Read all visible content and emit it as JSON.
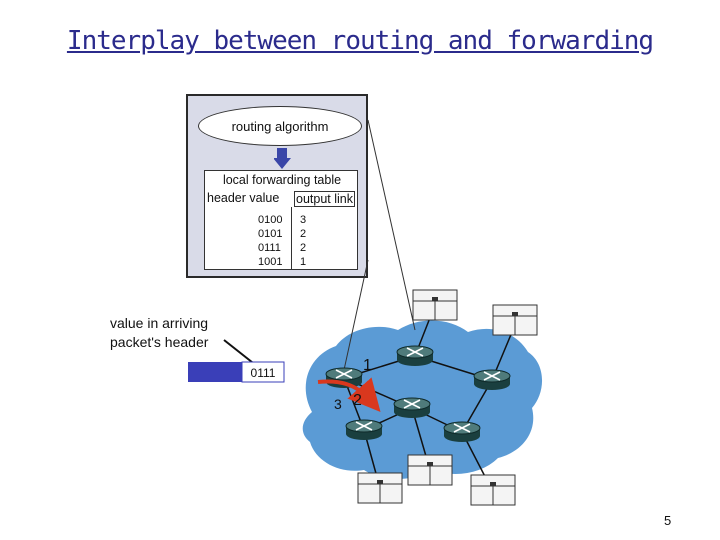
{
  "title": "Interplay between routing and forwarding",
  "routing_algorithm_label": "routing algorithm",
  "forwarding_table": {
    "title": "local forwarding table",
    "header_value_label": "header value",
    "output_link_label": "output link",
    "rows": [
      {
        "header": "0100",
        "link": "3"
      },
      {
        "header": "0101",
        "link": "2"
      },
      {
        "header": "0111",
        "link": "2"
      },
      {
        "header": "1001",
        "link": "1"
      }
    ]
  },
  "annotation_line1": "value in arriving",
  "annotation_line2": "packet's header",
  "packet_header_value": "0111",
  "link_labels": {
    "link1": "1",
    "link2": "2",
    "link3": "3"
  },
  "page_number": "5",
  "colors": {
    "title": "#2b2b8c",
    "router_box": "#d9dbe8",
    "network_cloud": "#5b9bd5",
    "packet": "#3a3fb8",
    "forward_arrow": "#d9381e"
  }
}
